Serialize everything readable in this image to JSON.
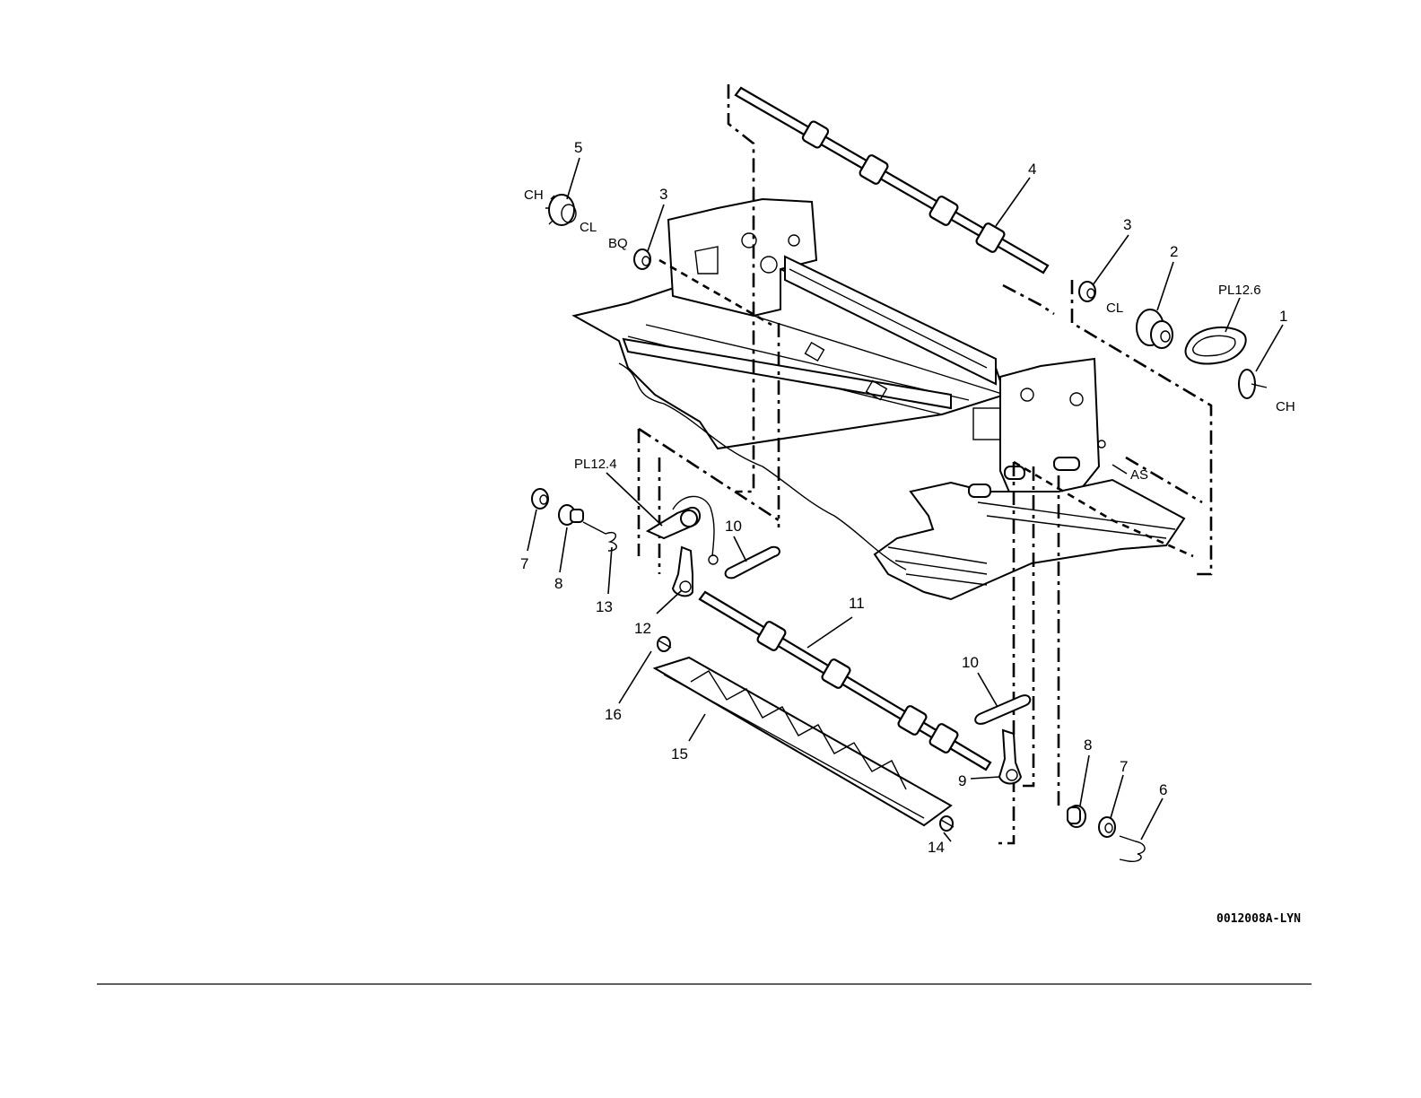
{
  "diagram": {
    "figure_id": "0012008A-LYN",
    "callouts": {
      "c1": "1",
      "c2": "2",
      "c3a": "3",
      "c3b": "3",
      "c4": "4",
      "c5": "5",
      "c6": "6",
      "c7a": "7",
      "c7b": "7",
      "c8a": "8",
      "c8b": "8",
      "c9": "9",
      "c10a": "10",
      "c10b": "10",
      "c11": "11",
      "c12": "12",
      "c13": "13",
      "c14": "14",
      "c15": "15",
      "c16": "16"
    },
    "refs": {
      "pl126": "PL12.6",
      "pl124": "PL12.4"
    },
    "tags": {
      "ch_left": "CH",
      "cl_left": "CL",
      "bq": "BQ",
      "cl_right": "CL",
      "ch_right": "CH",
      "as": "AS"
    }
  }
}
